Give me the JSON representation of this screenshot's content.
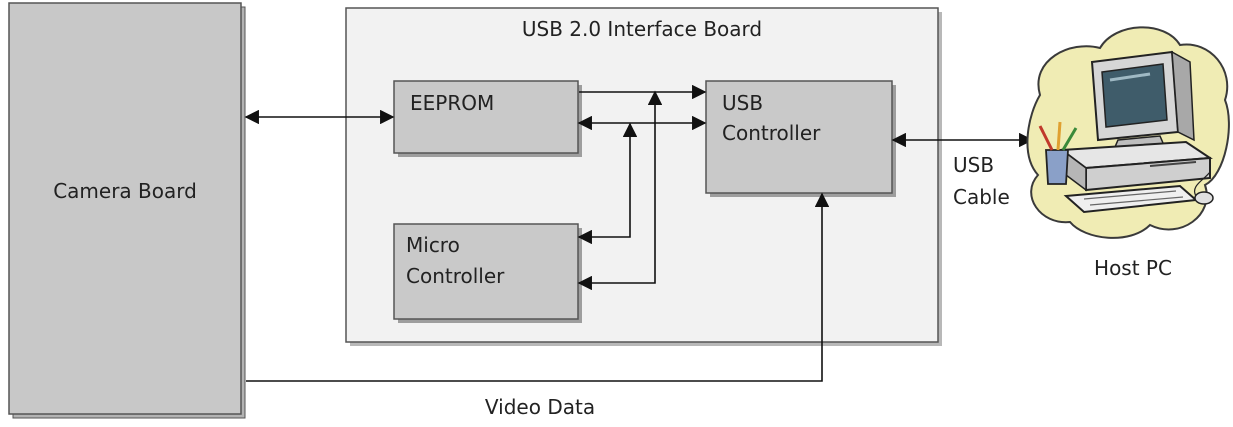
{
  "diagram": {
    "camera_board": {
      "label": "Camera Board"
    },
    "interface_board": {
      "title": "USB 2.0 Interface Board"
    },
    "eeprom": {
      "label": "EEPROM"
    },
    "usb_controller": {
      "line1": "USB",
      "line2": "Controller"
    },
    "micro_controller": {
      "line1": "Micro",
      "line2": "Controller"
    },
    "usb_cable": {
      "line1": "USB",
      "line2": "Cable"
    },
    "host_pc": {
      "label": "Host PC"
    },
    "video_data": {
      "label": "Video Data"
    }
  },
  "colors": {
    "camera_board_fill": "#c8c8c8",
    "interface_board_fill": "#f2f2f2",
    "block_fill": "#c9c9c9",
    "border": "#444444",
    "wire": "#111111",
    "cloud_fill": "#f0ecb4"
  },
  "icons": {
    "host_pc": "desktop-computer-icon"
  }
}
